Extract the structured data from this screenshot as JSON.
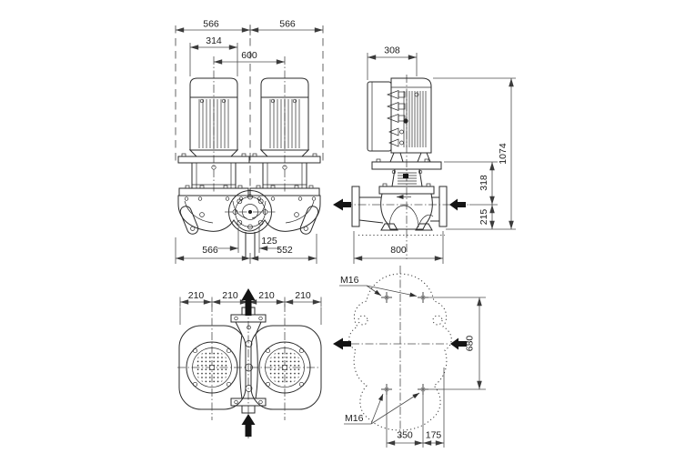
{
  "colors": {
    "background": "#ffffff",
    "object_line": "#2b2b2b",
    "dimension_line": "#4d4d4d",
    "flow_arrow": "#141414"
  },
  "views": {
    "front": {
      "dim_top_left": "566",
      "dim_top_right": "566",
      "dim_motor_width": "314",
      "dim_center_distance": "600",
      "dim_bottom_left": "566",
      "dim_port_offset": "125",
      "dim_bottom_right": "552"
    },
    "side": {
      "dim_motor_depth": "308",
      "dim_total_height": "1074",
      "dim_flange_to_centerline": "318",
      "dim_centerline_to_base": "215",
      "dim_overall_length": "800"
    },
    "plan": {
      "dim_segments": [
        "210",
        "210",
        "210",
        "210"
      ]
    },
    "foundation": {
      "bolt_label_top": "M16",
      "bolt_label_bottom": "M16",
      "dim_bolt_span_vertical": "680",
      "dim_bolt_span_horizontal": "350",
      "dim_bolt_to_flange": "175"
    }
  }
}
